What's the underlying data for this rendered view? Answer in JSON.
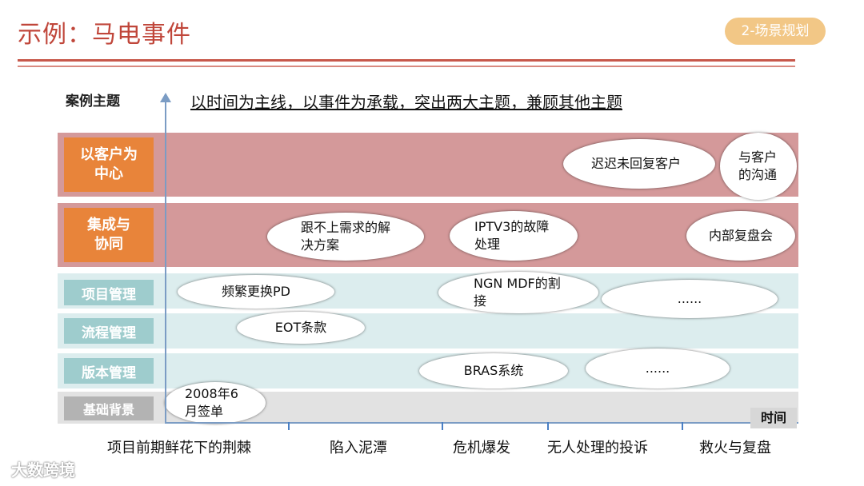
{
  "header": {
    "title": "示例：马电事件",
    "badge": "2-场景规划"
  },
  "section_label": "案例主题",
  "subtitle": "以时间为主线，以事件为承载，突出两大主题，兼顾其他主题",
  "rows": [
    {
      "label": "以客户为中心",
      "label_lines": [
        "以客户为",
        "中心"
      ],
      "color": "#d4999a",
      "label_color": "#e8843a"
    },
    {
      "label": "集成与协同",
      "label_lines": [
        "集成与",
        "协同"
      ],
      "color": "#d4999a",
      "label_color": "#e8843a"
    },
    {
      "label": "项目管理",
      "color": "#dcedee",
      "label_color": "#9ecccd"
    },
    {
      "label": "流程管理",
      "color": "#dcedee",
      "label_color": "#9ecccd"
    },
    {
      "label": "版本管理",
      "color": "#dcedee",
      "label_color": "#9ecccd"
    },
    {
      "label": "基础背景",
      "color": "#e2e2e2",
      "label_color": "#b3b3b3"
    }
  ],
  "events": {
    "late_reply": "迟迟未回复客户",
    "communicate": "与客户的沟通",
    "unmet_need": "跟不上需求的解决方案",
    "iptv3": "IPTV3的故障处理",
    "review": "内部复盘会",
    "pd_change": "频繁更换PD",
    "ngn": "NGN MDF的割接",
    "ellipsis1": "......",
    "eot": "EOT条款",
    "bras": "BRAS系统",
    "ellipsis2": "......",
    "signing": "2008年6月签单"
  },
  "axis": {
    "time_label": "时间",
    "phases": [
      "项目前期鲜花下的荆棘",
      "陷入泥潭",
      "危机爆发",
      "无人处理的投诉",
      "救火与复盘"
    ]
  },
  "watermark": "大数跨境"
}
